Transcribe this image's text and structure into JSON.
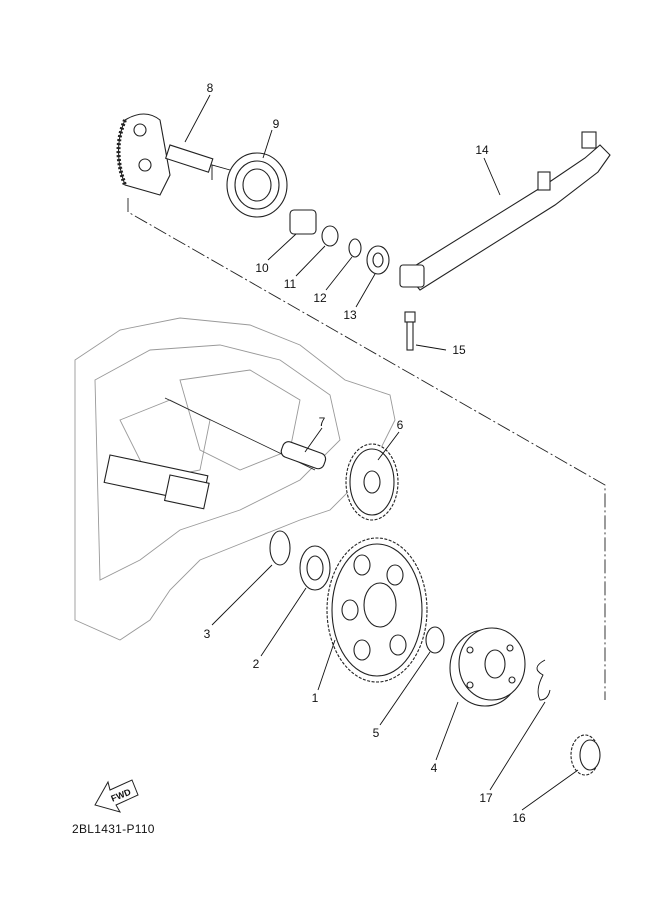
{
  "diagram": {
    "code": "2BL1431-P110",
    "fwd_label": "FWD",
    "callouts": [
      "1",
      "2",
      "3",
      "4",
      "5",
      "6",
      "7",
      "8",
      "9",
      "10",
      "11",
      "12",
      "13",
      "14",
      "15",
      "16",
      "17"
    ]
  }
}
